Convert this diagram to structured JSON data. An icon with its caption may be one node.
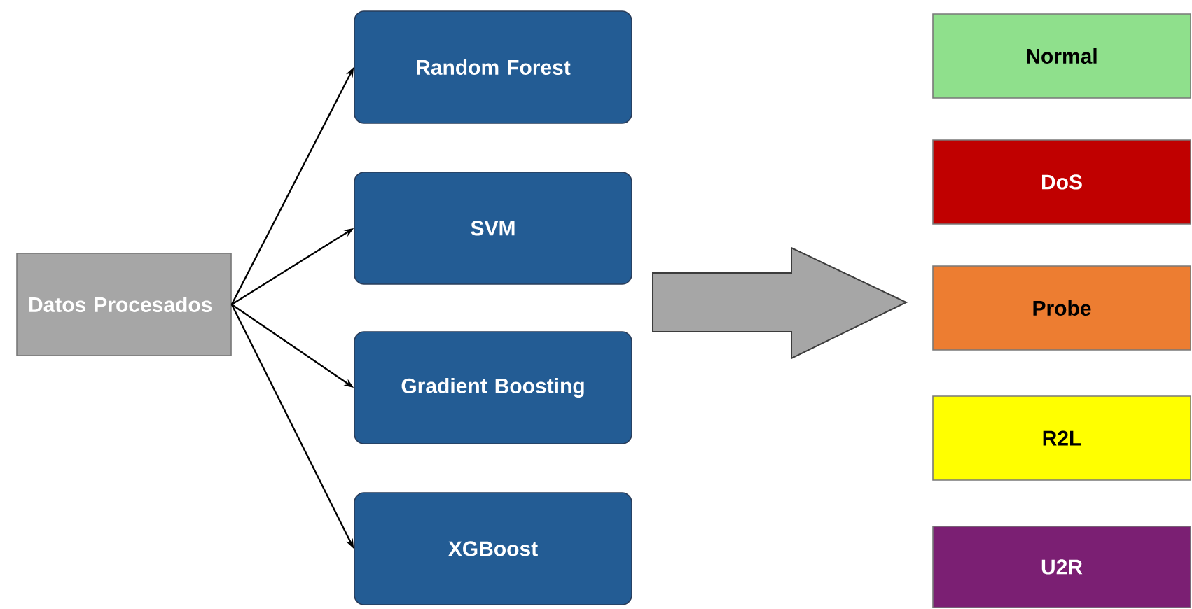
{
  "diagram": {
    "nodes": [
      {
        "text": [
          "Datos Procesados"
        ]
      },
      {
        "text": [
          "Random Forest"
        ]
      },
      {
        "text": [
          "SVM"
        ]
      },
      {
        "text": [
          "Gradient Boosting"
        ]
      },
      {
        "text": [
          "XGBoost"
        ]
      },
      {
        "text": [
          "Normal"
        ]
      },
      {
        "text": [
          "DoS"
        ]
      },
      {
        "text": [
          "Probe"
        ]
      },
      {
        "text": [
          "R2L"
        ]
      },
      {
        "text": [
          "U2R"
        ]
      }
    ],
    "edges": [
      {
        "from": 0,
        "to": 1,
        "arrow": "to"
      },
      {
        "from": 0,
        "to": 2,
        "arrow": "to"
      },
      {
        "from": 0,
        "to": 3,
        "arrow": "to"
      },
      {
        "from": 0,
        "to": 4,
        "arrow": "to"
      },
      {
        "from": 2,
        "to": 7,
        "arrow": "to",
        "style": "thick"
      }
    ]
  }
}
